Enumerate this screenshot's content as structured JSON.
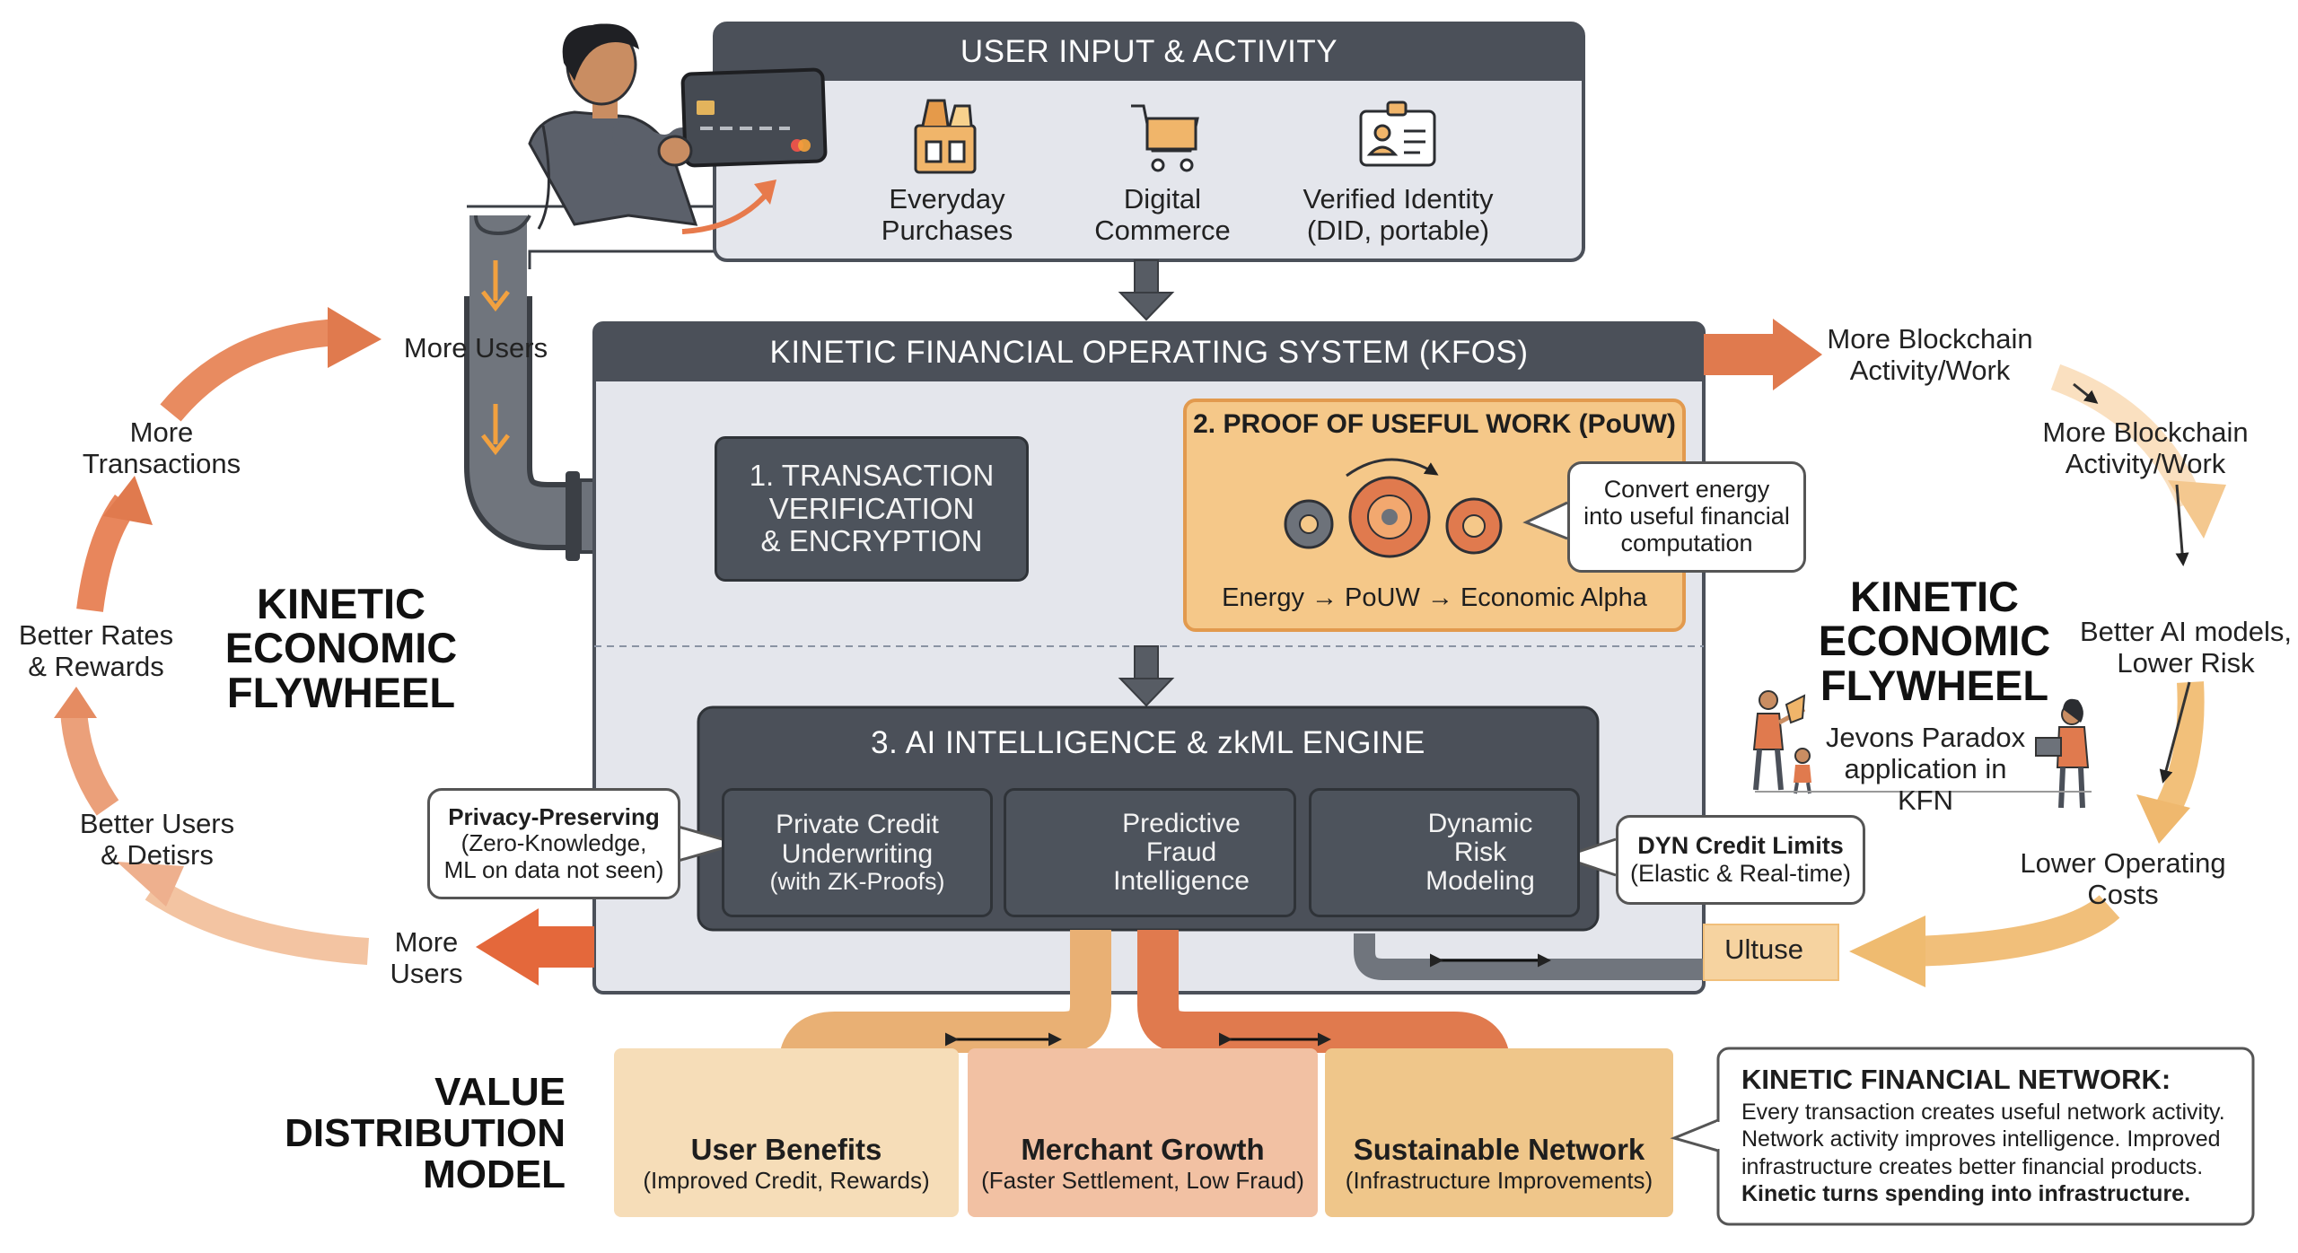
{
  "user_input": {
    "title": "USER INPUT & ACTIVITY",
    "items": [
      {
        "icon": "shopping-bag-icon",
        "label_line1": "Everyday",
        "label_line2": "Purchases"
      },
      {
        "icon": "shopping-cart-icon",
        "label_line1": "Digital",
        "label_line2": "Commerce"
      },
      {
        "icon": "id-card-icon",
        "label_line1": "Verified Identity",
        "label_line2": "(DID, portable)"
      }
    ]
  },
  "kfos": {
    "title": "KINETIC FINANCIAL OPERATING SYSTEM (KFOS)",
    "step1": {
      "line1": "1. TRANSACTION",
      "line2": "VERIFICATION",
      "line3": "& ENCRYPTION"
    },
    "step2": {
      "title": "2. PROOF OF USEFUL WORK (PoUW)",
      "formula": "Energy → PoUW → Economic Alpha",
      "bubble": {
        "line1": "Convert energy",
        "line2": "into useful financial",
        "line3": "computation"
      }
    },
    "step3": {
      "title": "3. AI INTELLIGENCE & zkML ENGINE",
      "cards": [
        {
          "line1": "Private Credit",
          "line2": "Underwriting",
          "line3": "(with ZK-Proofs)"
        },
        {
          "line1": "Predictive",
          "line2": "Fraud",
          "line3": "Intelligence"
        },
        {
          "line1": "Dynamic",
          "line2": "Risk",
          "line3": "Modeling"
        }
      ]
    },
    "privacy_bubble": {
      "title": "Privacy-Preserving",
      "line2": "(Zero-Knowledge,",
      "line3": "ML on data not seen)"
    },
    "credit_bubble": {
      "title": "DYN Credit Limits",
      "line2": "(Elastic & Real-time)"
    }
  },
  "left_flywheel": {
    "title": {
      "line1": "KINETIC",
      "line2": "ECONOMIC",
      "line3": "FLYWHEEL"
    },
    "more_users_top": "More Users",
    "more_transactions": {
      "line1": "More",
      "line2": "Transactions"
    },
    "better_rates": {
      "line1": "Better Rates",
      "line2": "& Rewards"
    },
    "better_users": {
      "line1": "Better Users",
      "line2": "& Detisrs"
    },
    "more_users_bottom": {
      "line1": "More",
      "line2": "Users"
    }
  },
  "right_flywheel": {
    "title": {
      "line1": "KINETIC",
      "line2": "ECONOMIC",
      "line3": "FLYWHEEL"
    },
    "activity_top": {
      "line1": "More Blockchain",
      "line2": "Activity/Work"
    },
    "activity_mid": {
      "line1": "More Blockchain",
      "line2": "Activity/Work"
    },
    "better_ai": {
      "line1": "Better AI models,",
      "line2": "Lower Risk"
    },
    "jevons": {
      "line1": "Jevons Paradox",
      "line2": "application in KFN"
    },
    "lower_costs": {
      "line1": "Lower Operating",
      "line2": "Costs"
    },
    "ultuse": "Ultuse"
  },
  "value_distribution": {
    "title": {
      "line1": "VALUE",
      "line2": "DISTRIBUTION",
      "line3": "MODEL"
    },
    "boxes": [
      {
        "title": "User Benefits",
        "subtitle": "(Improved Credit, Rewards)",
        "color": "#f6ddb8"
      },
      {
        "title": "Merchant Growth",
        "subtitle": "(Faster Settlement, Low Fraud)",
        "color": "#f2c1a3"
      },
      {
        "title": "Sustainable Network",
        "subtitle": "(Infrastructure Improvements)",
        "color": "#efc68a"
      }
    ]
  },
  "network_note": {
    "title": "KINETIC FINANCIAL NETWORK:",
    "line1": "Every transaction creates useful network activity.",
    "line2": "Network activity improves intelligence. Improved",
    "line3": "infrastructure creates better financial products.",
    "line4": "Kinetic turns spending into infrastructure."
  },
  "colors": {
    "dark_panel": "#4b5059",
    "light_panel": "#e4e6ec",
    "orange": "#e07a4e",
    "amber": "#f3c78e",
    "pouw_fill": "#f5c889"
  }
}
